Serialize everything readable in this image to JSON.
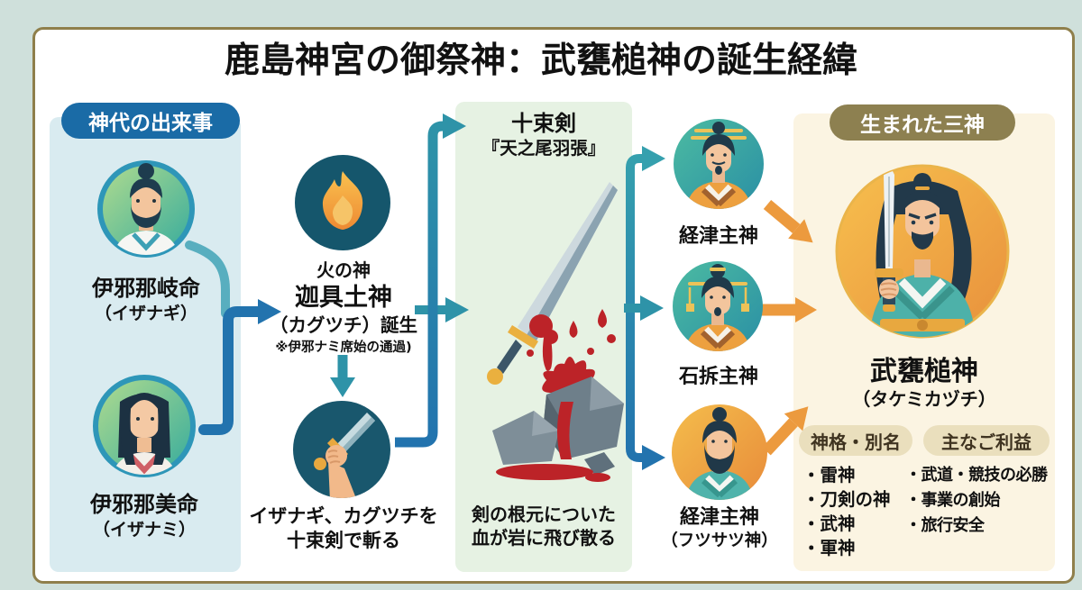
{
  "title": "鹿島神宮の御祭神：武甕槌神の誕生経緯",
  "left_panel": {
    "badge": "神代の出来事",
    "deities": [
      {
        "name": "伊邪那岐命",
        "reading": "（イザナギ）"
      },
      {
        "name": "伊邪那美命",
        "reading": "（イザナミ）"
      }
    ]
  },
  "middle": {
    "fire": {
      "line1": "火の神",
      "line2": "迦具土神",
      "line3": "（カグツチ）誕生",
      "note": "※伊邪ナミ席始の通過)"
    },
    "slash": {
      "line1": "イザナギ、カグツチを",
      "line2": "十束剣で斬る"
    }
  },
  "sword_panel": {
    "title1": "十束剣",
    "title2": "『天之尾羽張』",
    "caption1": "剣の根元についた",
    "caption2": "血が岩に飛び散る"
  },
  "three_gods": [
    {
      "name": "経津主神",
      "reading": ""
    },
    {
      "name": "石拆主神",
      "reading": ""
    },
    {
      "name": "経津主神",
      "reading": "（フツサツ神）"
    }
  ],
  "right_panel": {
    "badge": "生まれた三神",
    "name": "武甕槌神",
    "reading": "（タケミカヅチ）",
    "sections": [
      {
        "badge": "神格・別名",
        "items": [
          "・雷神",
          "・刀剣の神",
          "・武神",
          "・軍神"
        ]
      },
      {
        "badge": "主なご利益",
        "items": [
          "・武道・競技の必勝",
          "・事業の創始",
          "・旅行安全"
        ]
      }
    ]
  },
  "colors": {
    "outer_bg": "#cfe0db",
    "card_border": "#8f7f4b",
    "badge_blue": "#1a6ba6",
    "left_panel_bg": "#d9ebf0",
    "green_panel_bg": "#e6f2e3",
    "cream_panel_bg": "#fbf4e2",
    "badge_olive": "#8d8050",
    "tan_badge_bg": "#eadfbd",
    "tan_badge_text": "#3f3320",
    "arrow_teal": "#2e93a8",
    "arrow_blue": "#2273ae",
    "arrow_orange": "#ec9a3e",
    "blood_red": "#bc2328"
  }
}
